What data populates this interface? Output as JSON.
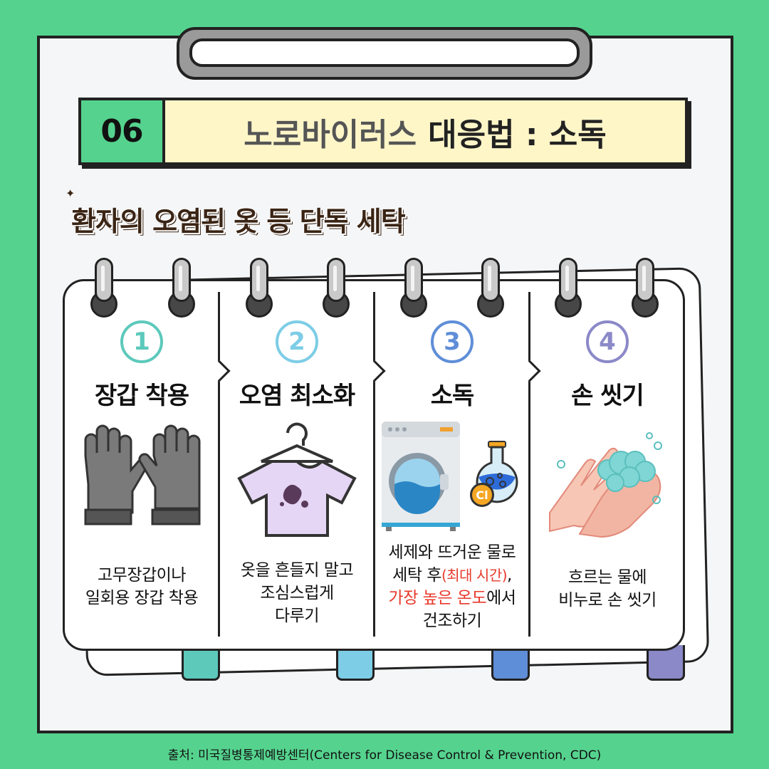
{
  "header": {
    "number": "06",
    "title_gray": "노로바이러스",
    "title_dark": "대응법 : 소독"
  },
  "subtitle": "환자의 오염된 옷 등 단독 세탁",
  "steps": [
    {
      "number": "1",
      "title": "장갑 착용",
      "desc_lines": [
        "고무장갑이나",
        "일회용 장갑 착용"
      ],
      "color": "#5cc9bb"
    },
    {
      "number": "2",
      "title": "오염 최소화",
      "desc_lines": [
        "옷을 흔들지 말고",
        "조심스럽게",
        "다루기"
      ],
      "color": "#7dcde6"
    },
    {
      "number": "3",
      "title": "소독",
      "desc": {
        "line1": "세제와 뜨거운 물로",
        "line2_a": "세탁 후",
        "line2_red": "(최대 시간)",
        "line2_b": ",",
        "line3_red": "가장 높은 온도",
        "line3_b": "에서",
        "line4": "건조하기"
      },
      "chem_label": "Cl",
      "color": "#5f8ed8"
    },
    {
      "number": "4",
      "title": "손 씻기",
      "desc_lines": [
        "흐르는 물에",
        "비누로 손 씻기"
      ],
      "color": "#8b89c8"
    }
  ],
  "footer": "출처: 미국질병통제예방센터(Centers for Disease Control & Prevention, CDC)"
}
